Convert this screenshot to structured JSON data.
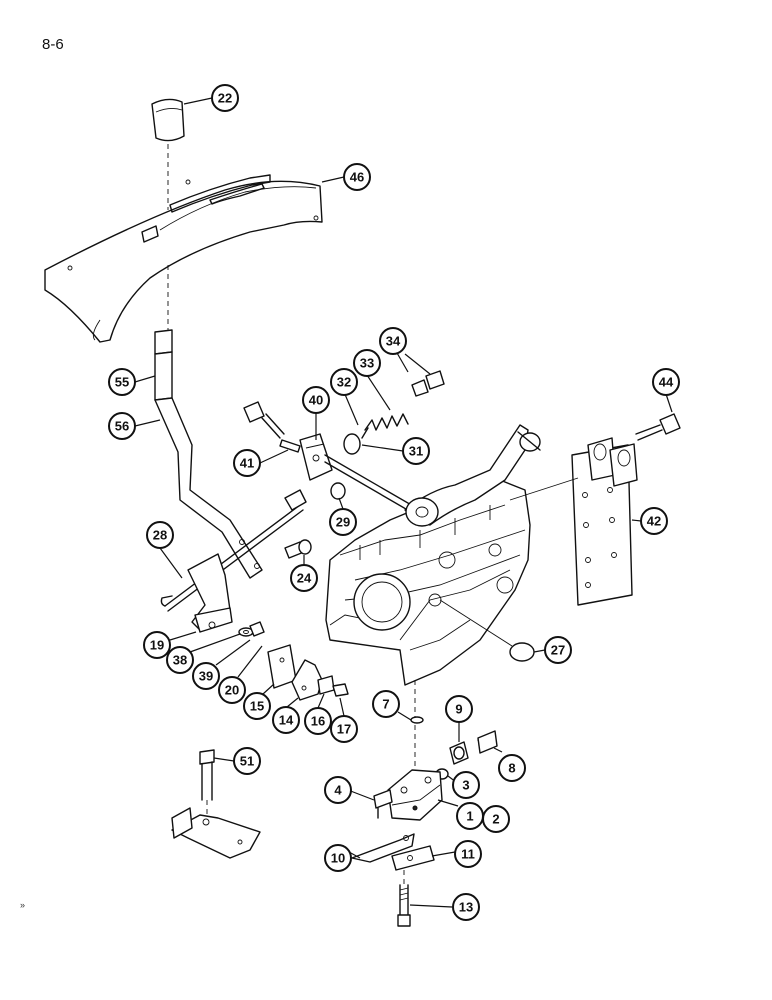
{
  "page": {
    "number": "8-6",
    "corner_mark": "»"
  },
  "callouts": [
    {
      "id": "22",
      "label": "22"
    },
    {
      "id": "46",
      "label": "46"
    },
    {
      "id": "55",
      "label": "55"
    },
    {
      "id": "56",
      "label": "56"
    },
    {
      "id": "34",
      "label": "34"
    },
    {
      "id": "33",
      "label": "33"
    },
    {
      "id": "32",
      "label": "32"
    },
    {
      "id": "40",
      "label": "40"
    },
    {
      "id": "44",
      "label": "44"
    },
    {
      "id": "31",
      "label": "31"
    },
    {
      "id": "41",
      "label": "41"
    },
    {
      "id": "29",
      "label": "29"
    },
    {
      "id": "42",
      "label": "42"
    },
    {
      "id": "28",
      "label": "28"
    },
    {
      "id": "24",
      "label": "24"
    },
    {
      "id": "19",
      "label": "19"
    },
    {
      "id": "38",
      "label": "38"
    },
    {
      "id": "39",
      "label": "39"
    },
    {
      "id": "20",
      "label": "20"
    },
    {
      "id": "27",
      "label": "27"
    },
    {
      "id": "15",
      "label": "15"
    },
    {
      "id": "14",
      "label": "14"
    },
    {
      "id": "16",
      "label": "16"
    },
    {
      "id": "17",
      "label": "17"
    },
    {
      "id": "7",
      "label": "7"
    },
    {
      "id": "9",
      "label": "9"
    },
    {
      "id": "8",
      "label": "8"
    },
    {
      "id": "51",
      "label": "51"
    },
    {
      "id": "4",
      "label": "4"
    },
    {
      "id": "3",
      "label": "3"
    },
    {
      "id": "1",
      "label": "1"
    },
    {
      "id": "2",
      "label": "2"
    },
    {
      "id": "10",
      "label": "10"
    },
    {
      "id": "11",
      "label": "11"
    },
    {
      "id": "13",
      "label": "13"
    }
  ]
}
